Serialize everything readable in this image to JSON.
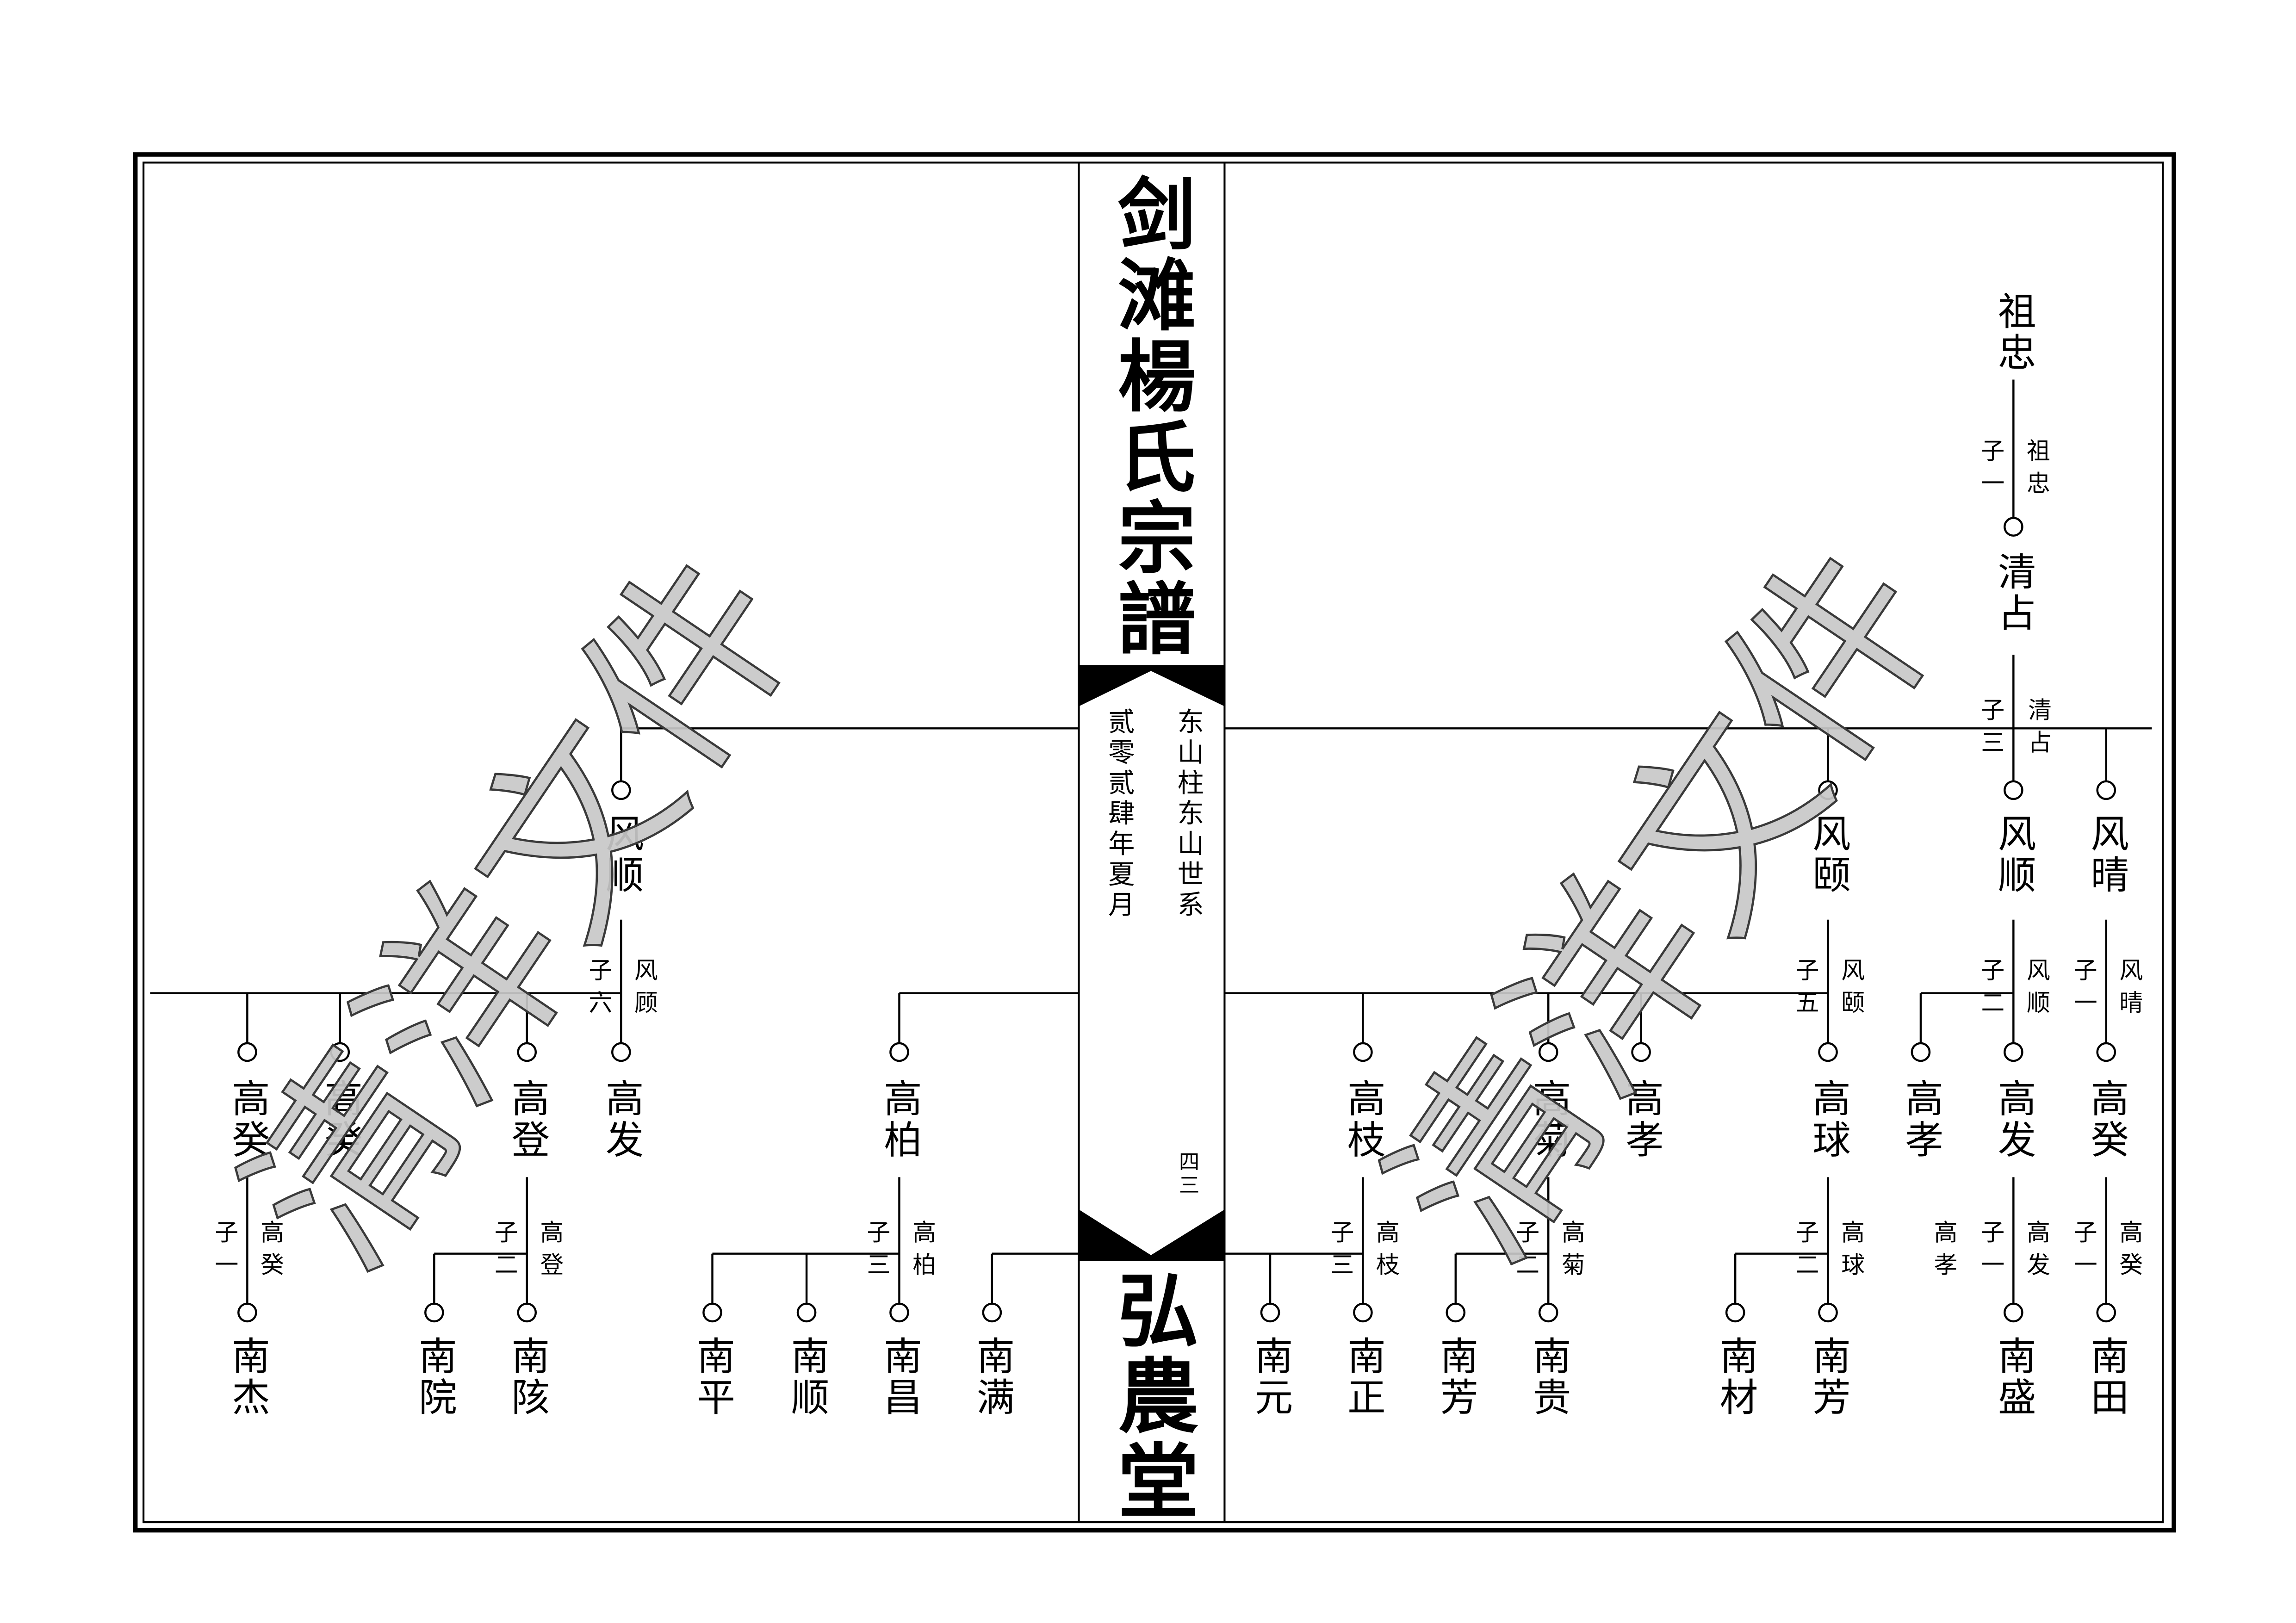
{
  "book": {
    "title": "剑滩楊氏宗譜",
    "lineage": "东山柱东山世系",
    "date": "贰零贰肆年夏月",
    "page_number": "四三",
    "hall_name": "弘農堂"
  },
  "watermark": "清洋文件",
  "right_page": {
    "ancestor": {
      "name": "祖忠",
      "sons": "子一",
      "father": "祖忠"
    },
    "second": {
      "name": "清占",
      "sons": "子三",
      "father": "清占"
    },
    "third": [
      {
        "name": "风颐",
        "sons": "子五",
        "father": "风颐"
      },
      {
        "name": "风顺",
        "sons": "子二",
        "father": "风顺"
      },
      {
        "name": "风晴",
        "sons": "子一",
        "father": "风晴"
      }
    ],
    "fourth": [
      {
        "name": "高枝",
        "sons": "子三",
        "father": "高枝"
      },
      {
        "name": "高菊",
        "sons": "子二",
        "father": "高菊"
      },
      {
        "name": "高孝"
      },
      {
        "name": "高球",
        "sons": "子二",
        "father": "高球"
      },
      {
        "name": "高孝",
        "father": "高孝"
      },
      {
        "name": "高发",
        "sons": "子一",
        "father": "高发"
      },
      {
        "name": "高癸",
        "sons": "子一",
        "father": "高癸"
      }
    ],
    "fifth": [
      "南元",
      "南正",
      "南芳",
      "南贵",
      "南材",
      "南芳",
      "南盛",
      "南田"
    ]
  },
  "left_page": {
    "third": {
      "name": "风顺",
      "sons": "子六",
      "father": "风顾"
    },
    "fourth": [
      {
        "name": "高癸",
        "sons": "子一",
        "father": "高癸"
      },
      {
        "name": "高癸"
      },
      {
        "name": "高登",
        "sons": "子二",
        "father": "高登"
      },
      {
        "name": "高发"
      },
      {
        "name": "高柏",
        "sons": "子三",
        "father": "高柏"
      }
    ],
    "fifth": [
      "南杰",
      "南院",
      "南陔",
      "南平",
      "南顺",
      "南昌",
      "南满"
    ]
  }
}
